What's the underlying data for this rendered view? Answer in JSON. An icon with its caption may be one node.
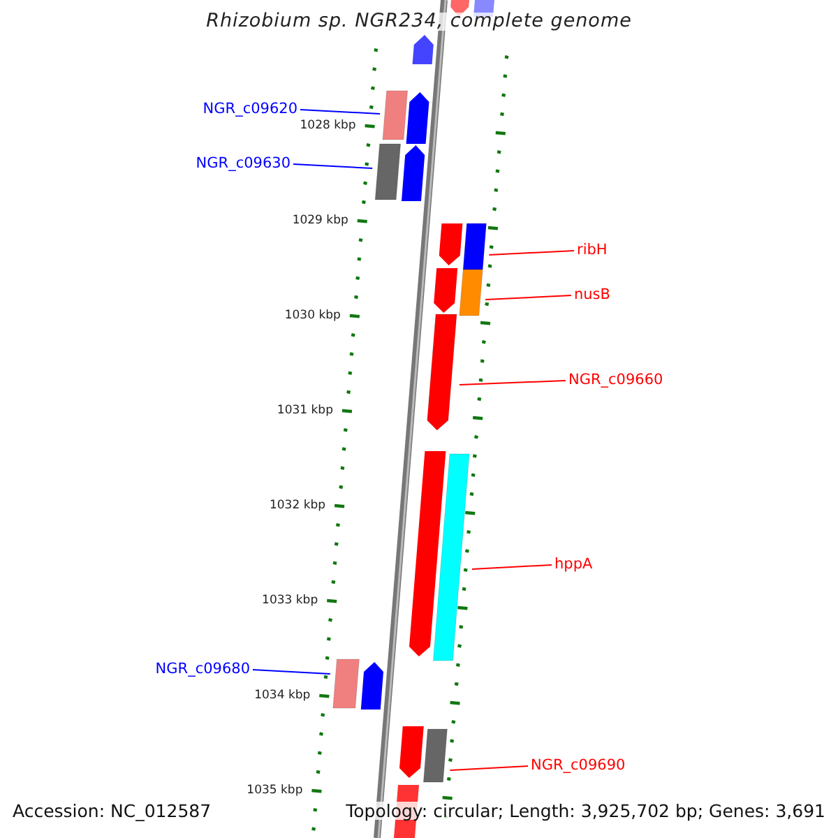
{
  "diagram": {
    "title": "Rhizobium sp. NGR234, complete genome",
    "nodes": [
      {
        "text": [
          "NGR_c09620"
        ]
      },
      {
        "text": [],
        "shape": "box"
      },
      {
        "text": [
          "NGR_c09630"
        ]
      },
      {
        "text": [],
        "shape": "box"
      },
      {
        "text": [
          "ribH"
        ]
      },
      {
        "text": [],
        "shape": "box"
      },
      {
        "text": [
          "nusB"
        ]
      },
      {
        "text": [],
        "shape": "box"
      },
      {
        "text": [
          "NGR_c09660"
        ]
      },
      {
        "text": [],
        "shape": "bar"
      },
      {
        "text": [
          "hppA"
        ]
      },
      {
        "text": [],
        "shape": "box"
      },
      {
        "text": [
          "NGR_c09680"
        ]
      },
      {
        "text": [],
        "shape": "box"
      },
      {
        "text": [
          "NGR_c09690"
        ]
      },
      {
        "text": [],
        "shape": "box"
      }
    ],
    "edges": [
      {
        "from": 0,
        "to": 1,
        "arrow": "none",
        "color": "#0000ff"
      },
      {
        "from": 2,
        "to": 3,
        "arrow": "none",
        "color": "#0000ff"
      },
      {
        "from": 4,
        "to": 5,
        "arrow": "none"
      },
      {
        "from": 6,
        "to": 7,
        "arrow": "none"
      },
      {
        "from": 8,
        "to": 9,
        "arrow": "none"
      },
      {
        "from": 10,
        "to": 11,
        "arrow": "none"
      },
      {
        "from": 12,
        "to": 13,
        "arrow": "none",
        "color": "#0000ff"
      },
      {
        "from": 14,
        "to": 15,
        "arrow": "none"
      }
    ],
    "labels": [
      "1028 kbp",
      "1029 kbp",
      "1030 kbp",
      "1031 kbp",
      "1032 kbp",
      "1033 kbp",
      "1034 kbp",
      "1035 kbp",
      "Accession: NC_012587",
      "Topology: circular; Length: 3,925,702 bp; Genes: 3,691"
    ]
  }
}
